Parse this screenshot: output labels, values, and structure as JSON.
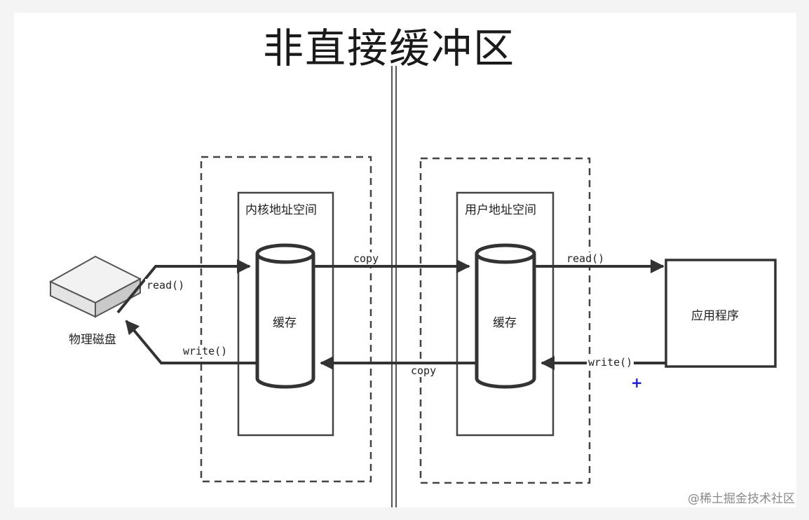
{
  "title": "非直接缓冲区",
  "kernel_space": {
    "label": "内核地址空间",
    "buffer_label": "缓存"
  },
  "user_space": {
    "label": "用户地址空间",
    "buffer_label": "缓存"
  },
  "disk": {
    "label": "物理磁盘"
  },
  "application": {
    "label": "应用程序"
  },
  "edges": {
    "disk_read": "read()",
    "disk_write": "write()",
    "copy_top": "copy",
    "copy_bottom": "copy",
    "app_read": "read()",
    "app_write": "write()"
  },
  "watermark": "@稀土掘金技术社区",
  "cursor_icon": "plus-cursor-icon"
}
